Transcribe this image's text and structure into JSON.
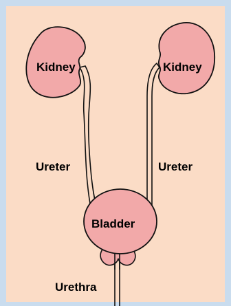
{
  "colors": {
    "border": "#c9dcee",
    "background": "#fbdcc6",
    "organ_fill": "#f2a9a9",
    "outline": "#111111"
  },
  "labels": {
    "kidney_left": "Kidney",
    "kidney_right": "Kidney",
    "ureter_left": "Ureter",
    "ureter_right": "Ureter",
    "bladder": "Bladder",
    "urethra": "Urethra"
  }
}
